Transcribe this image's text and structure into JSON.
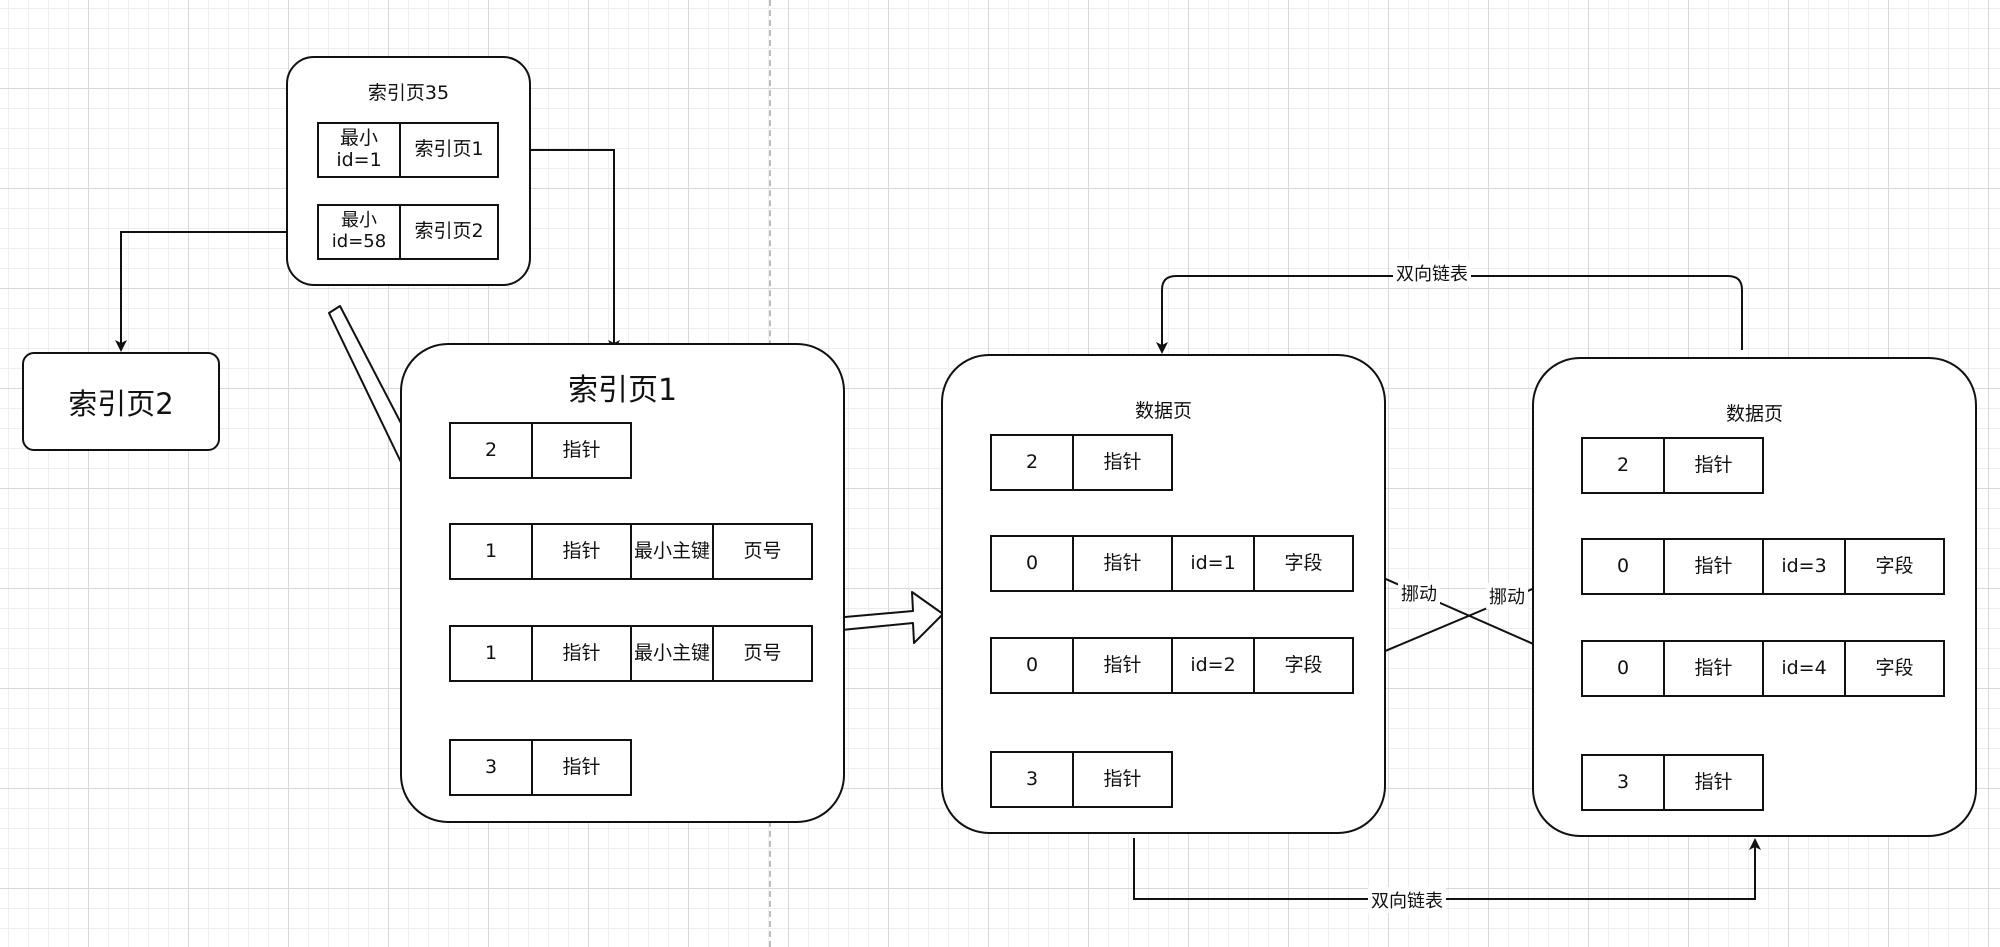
{
  "index_page_35": {
    "title": "索引页35",
    "rows": [
      {
        "key": "最小id=1",
        "target": "索引页1"
      },
      {
        "key": "最小\nid=58",
        "target": "索引页2"
      }
    ]
  },
  "index_page_2": {
    "title": "索引页2"
  },
  "index_page_1": {
    "title": "索引页1",
    "rows": [
      [
        "2",
        "指针"
      ],
      [
        "1",
        "指针",
        "最小主键",
        "页号"
      ],
      [
        "1",
        "指针",
        "最小主键",
        "页号"
      ],
      [
        "3",
        "指针"
      ]
    ]
  },
  "data_page_a": {
    "title": "数据页",
    "rows": [
      [
        "2",
        "指针"
      ],
      [
        "0",
        "指针",
        "id=1",
        "字段"
      ],
      [
        "0",
        "指针",
        "id=2",
        "字段"
      ],
      [
        "3",
        "指针"
      ]
    ]
  },
  "data_page_b": {
    "title": "数据页",
    "rows": [
      [
        "2",
        "指针"
      ],
      [
        "0",
        "指针",
        "id=3",
        "字段"
      ],
      [
        "0",
        "指针",
        "id=4",
        "字段"
      ],
      [
        "3",
        "指针"
      ]
    ]
  },
  "edges": {
    "top_link": "双向链表",
    "bottom_link": "双向链表",
    "move_left": "挪动",
    "move_right": "挪动"
  }
}
